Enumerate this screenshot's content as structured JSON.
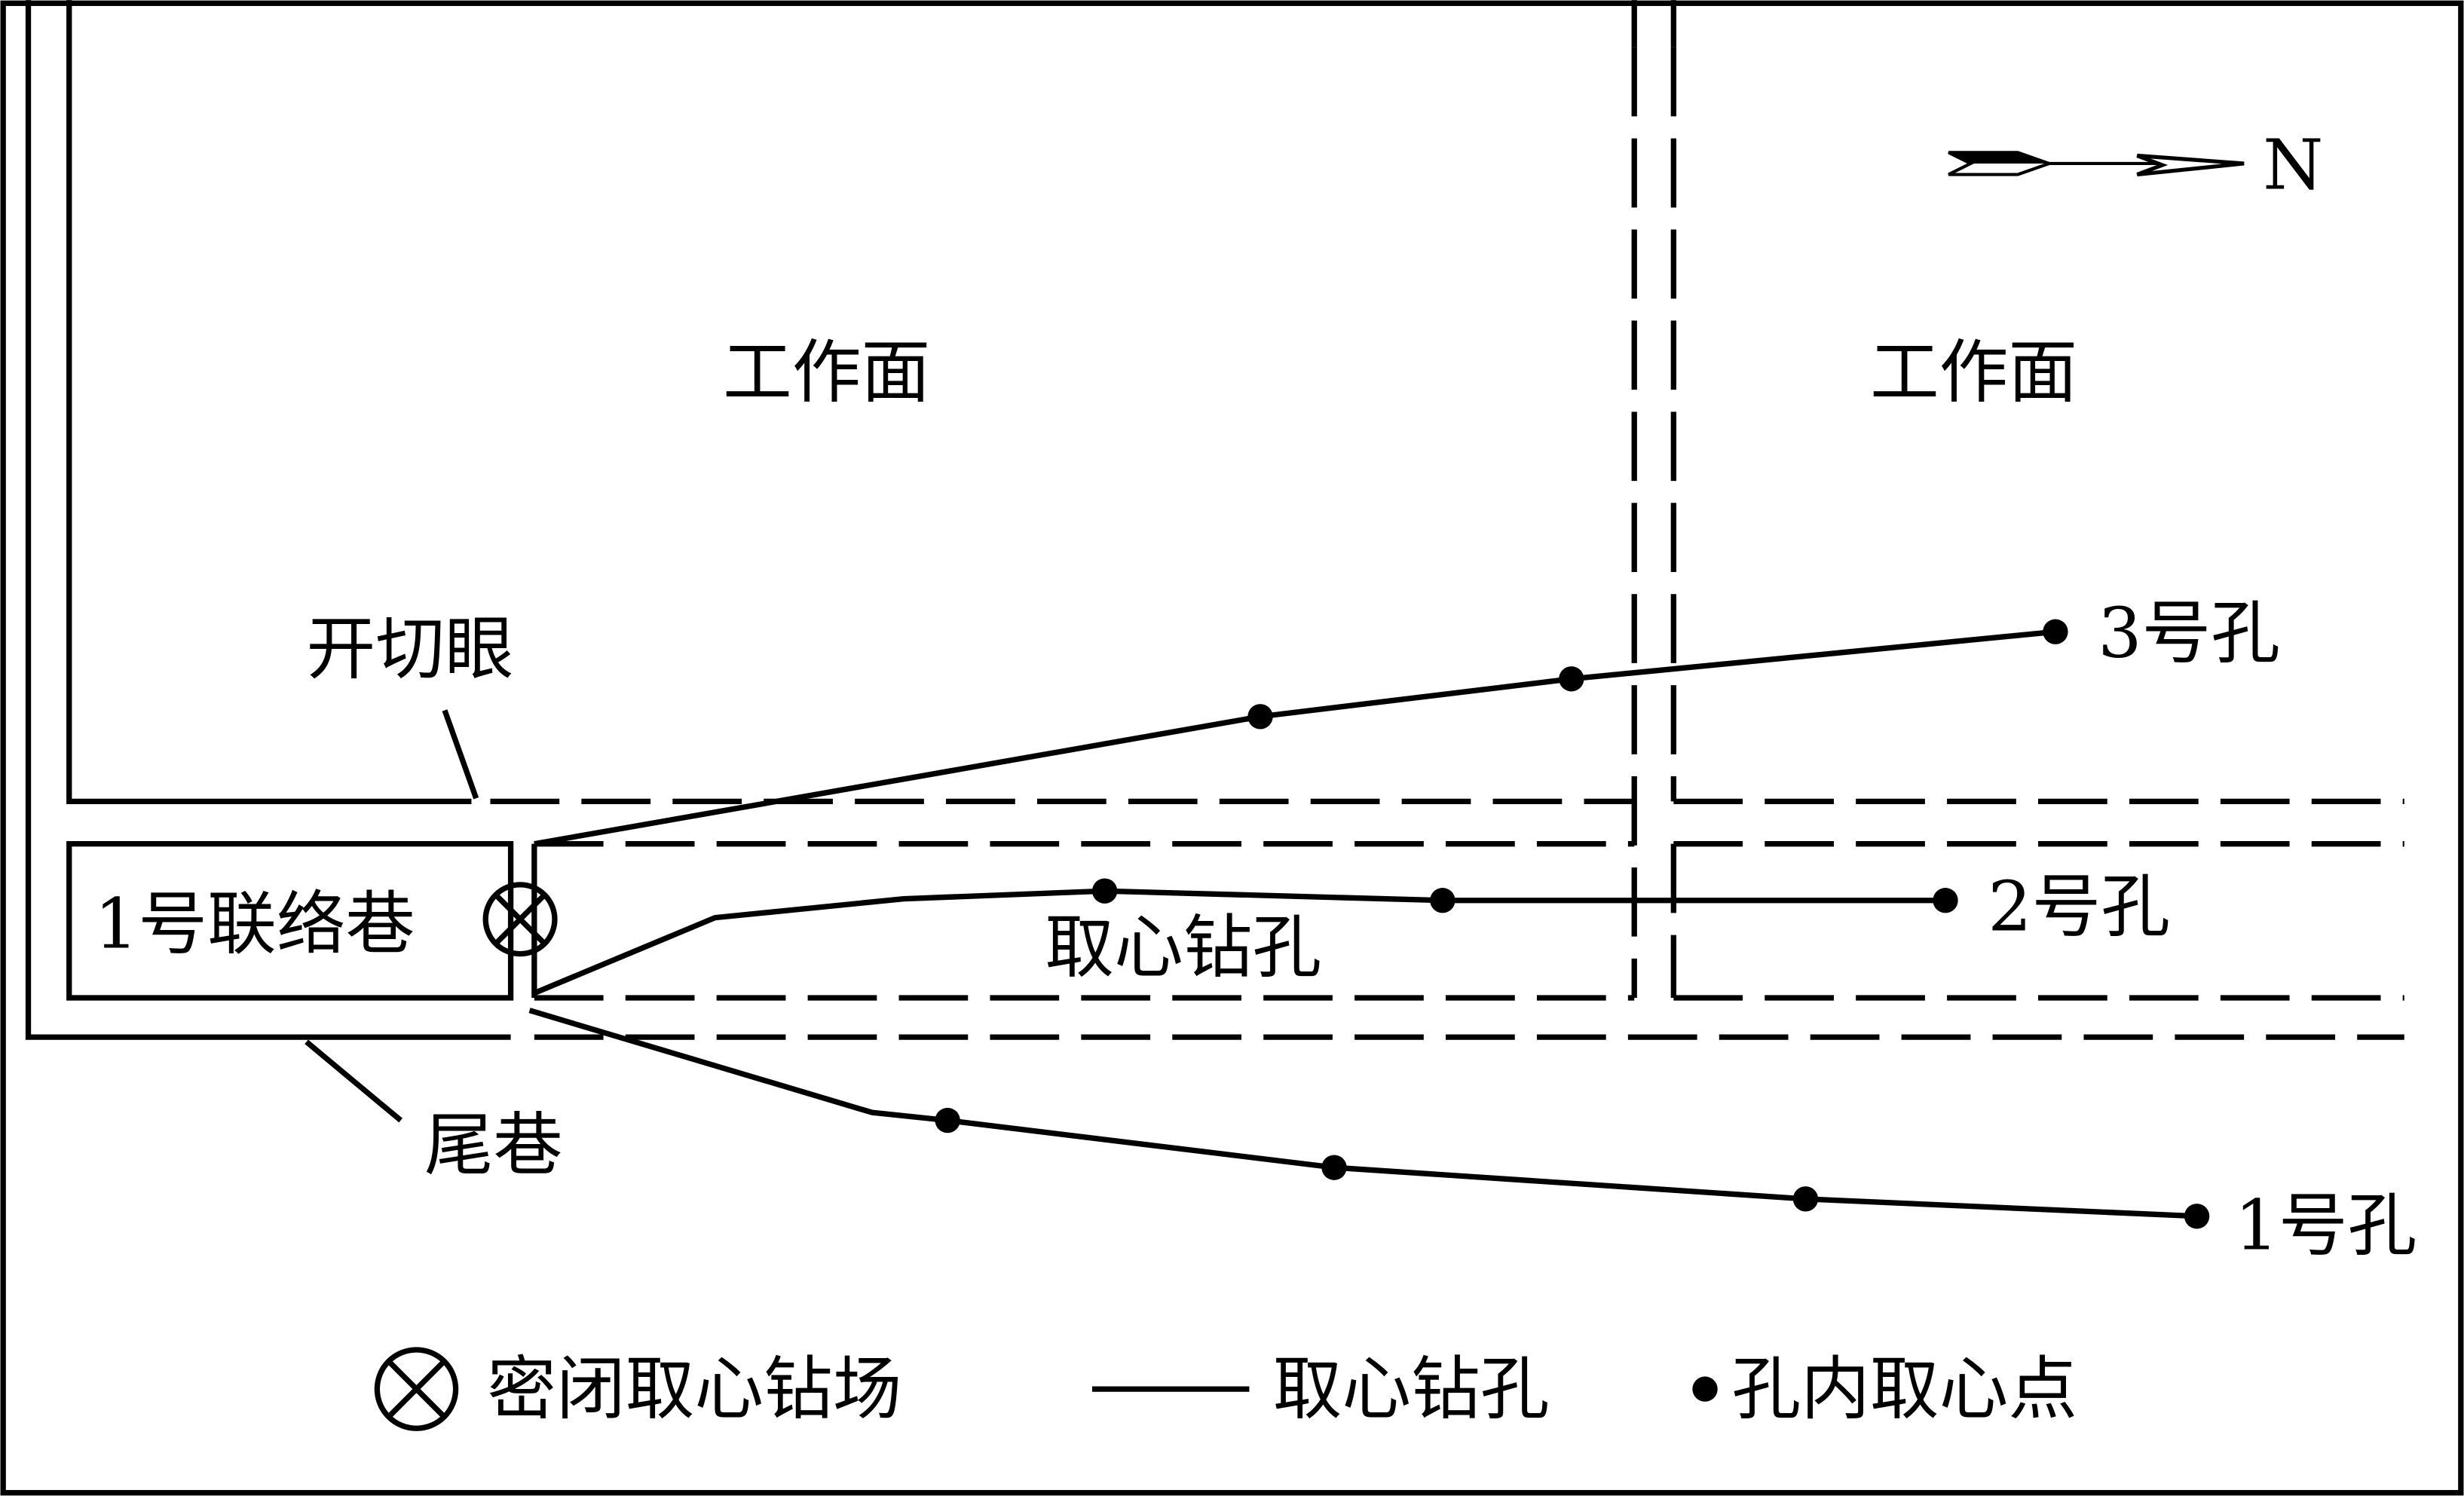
{
  "labels": {
    "workface_left": "工作面",
    "workface_right": "工作面",
    "cut_hole": "开切眼",
    "connection_roadway": "1号联络巷",
    "tail_roadway": "尾巷",
    "coring_borehole_label": "取心钻孔",
    "north": "N"
  },
  "boreholes": [
    {
      "name": "1号孔"
    },
    {
      "name": "2号孔"
    },
    {
      "name": "3号孔"
    }
  ],
  "legend": {
    "sealed_site": "密闭取心钻场",
    "borehole": "取心钻孔",
    "sample_point": "孔内取心点"
  }
}
